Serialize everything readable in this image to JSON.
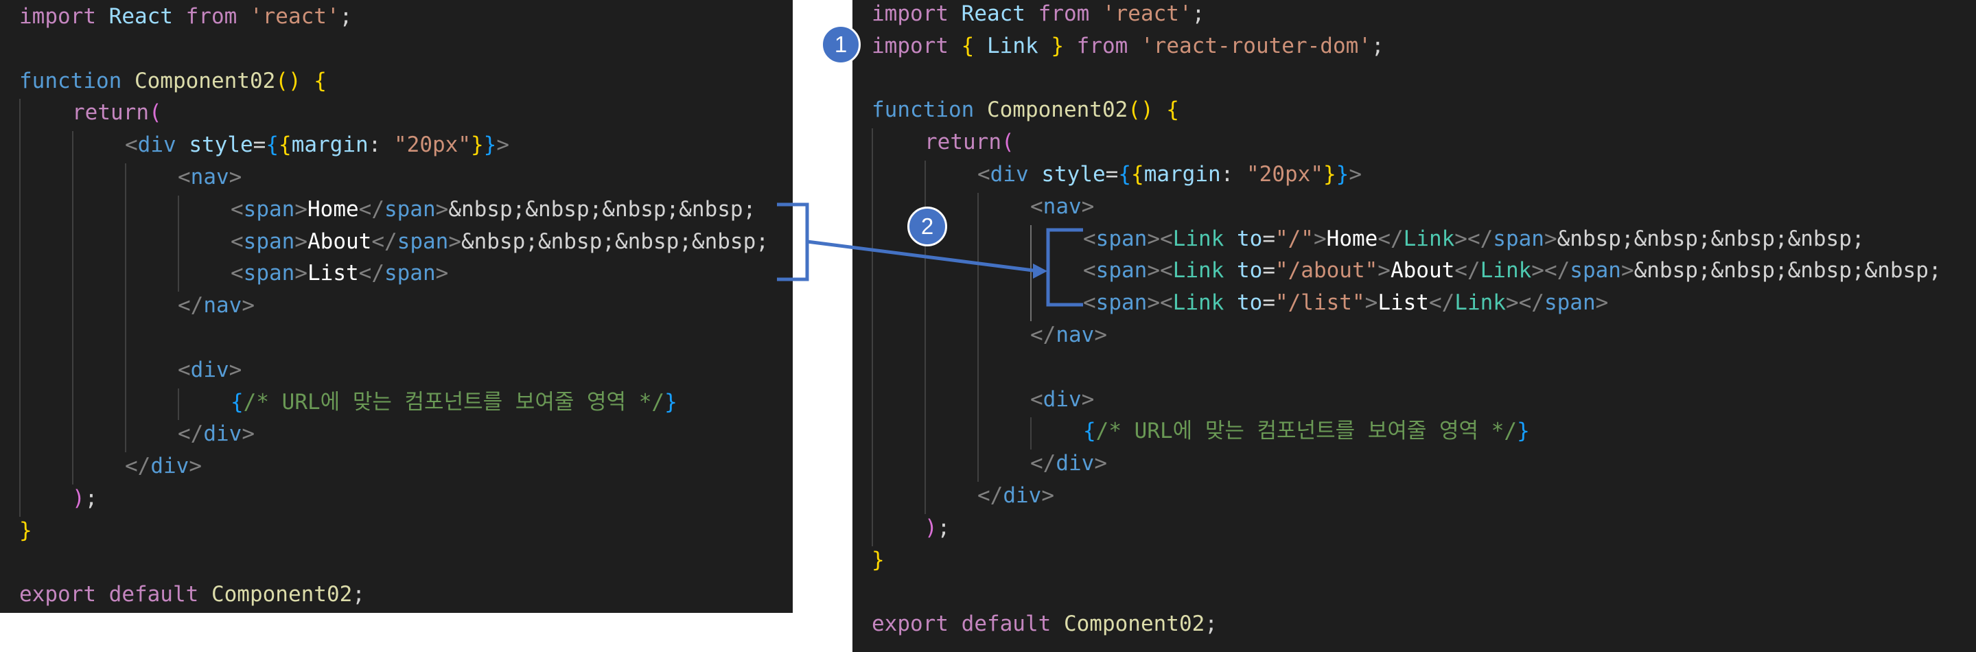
{
  "colors": {
    "editor_bg": "#1e1e1e",
    "annotation": "#4472c4",
    "keyword": "#c586c0",
    "tag": "#569cd6",
    "string": "#ce9178",
    "function": "#dcdcaa",
    "component": "#4ec9b0",
    "comment": "#6a9955",
    "variable": "#9cdcfe",
    "bracket_gold": "#ffd700",
    "bracket_orchid": "#da70d6",
    "bracket_blue": "#179fff"
  },
  "annotations": {
    "badge_1": "1",
    "badge_2": "2"
  },
  "left_code": [
    {
      "indent": 0,
      "tokens": [
        [
          "kw",
          "import"
        ],
        [
          "pl",
          " "
        ],
        [
          "var",
          "React"
        ],
        [
          "pl",
          " "
        ],
        [
          "kw",
          "from"
        ],
        [
          "pl",
          " "
        ],
        [
          "str",
          "'react'"
        ],
        [
          "pl",
          ";"
        ]
      ]
    },
    {
      "indent": 0,
      "tokens": []
    },
    {
      "indent": 0,
      "tokens": [
        [
          "kwb",
          "function"
        ],
        [
          "pl",
          " "
        ],
        [
          "fn",
          "Component02"
        ],
        [
          "p1",
          "()"
        ],
        [
          "pl",
          " "
        ],
        [
          "p1",
          "{"
        ]
      ]
    },
    {
      "indent": 1,
      "tokens": [
        [
          "kw",
          "return"
        ],
        [
          "p2",
          "("
        ]
      ]
    },
    {
      "indent": 2,
      "tokens": [
        [
          "ang",
          "<"
        ],
        [
          "tag",
          "div"
        ],
        [
          "pl",
          " "
        ],
        [
          "attr",
          "style"
        ],
        [
          "pl",
          "="
        ],
        [
          "p3",
          "{"
        ],
        [
          "p1",
          "{"
        ],
        [
          "attr",
          "margin"
        ],
        [
          "pl",
          ": "
        ],
        [
          "str",
          "\"20px\""
        ],
        [
          "p1",
          "}"
        ],
        [
          "p3",
          "}"
        ],
        [
          "ang",
          ">"
        ]
      ]
    },
    {
      "indent": 3,
      "tokens": [
        [
          "ang",
          "<"
        ],
        [
          "tag",
          "nav"
        ],
        [
          "ang",
          ">"
        ]
      ]
    },
    {
      "indent": 4,
      "tokens": [
        [
          "ang",
          "<"
        ],
        [
          "tag",
          "span"
        ],
        [
          "ang",
          ">"
        ],
        [
          "txt",
          "Home"
        ],
        [
          "ang",
          "</"
        ],
        [
          "tag",
          "span"
        ],
        [
          "ang",
          ">"
        ],
        [
          "ent",
          "&nbsp;&nbsp;&nbsp;&nbsp;"
        ]
      ]
    },
    {
      "indent": 4,
      "tokens": [
        [
          "ang",
          "<"
        ],
        [
          "tag",
          "span"
        ],
        [
          "ang",
          ">"
        ],
        [
          "txt",
          "About"
        ],
        [
          "ang",
          "</"
        ],
        [
          "tag",
          "span"
        ],
        [
          "ang",
          ">"
        ],
        [
          "ent",
          "&nbsp;&nbsp;&nbsp;&nbsp;"
        ]
      ]
    },
    {
      "indent": 4,
      "tokens": [
        [
          "ang",
          "<"
        ],
        [
          "tag",
          "span"
        ],
        [
          "ang",
          ">"
        ],
        [
          "txt",
          "List"
        ],
        [
          "ang",
          "</"
        ],
        [
          "tag",
          "span"
        ],
        [
          "ang",
          ">"
        ]
      ]
    },
    {
      "indent": 3,
      "tokens": [
        [
          "ang",
          "</"
        ],
        [
          "tag",
          "nav"
        ],
        [
          "ang",
          ">"
        ]
      ]
    },
    {
      "indent": 0,
      "tokens": []
    },
    {
      "indent": 3,
      "tokens": [
        [
          "ang",
          "<"
        ],
        [
          "tag",
          "div"
        ],
        [
          "ang",
          ">"
        ]
      ]
    },
    {
      "indent": 4,
      "tokens": [
        [
          "p3",
          "{"
        ],
        [
          "cmt",
          "/* URL에 맞는 컴포넌트를 보여줄 영역 */"
        ],
        [
          "p3",
          "}"
        ]
      ]
    },
    {
      "indent": 3,
      "tokens": [
        [
          "ang",
          "</"
        ],
        [
          "tag",
          "div"
        ],
        [
          "ang",
          ">"
        ]
      ]
    },
    {
      "indent": 2,
      "tokens": [
        [
          "ang",
          "</"
        ],
        [
          "tag",
          "div"
        ],
        [
          "ang",
          ">"
        ]
      ]
    },
    {
      "indent": 1,
      "tokens": [
        [
          "p2",
          ")"
        ],
        [
          "pl",
          ";"
        ]
      ]
    },
    {
      "indent": 0,
      "tokens": [
        [
          "p1",
          "}"
        ]
      ]
    },
    {
      "indent": 0,
      "tokens": []
    },
    {
      "indent": 0,
      "tokens": [
        [
          "kw",
          "export"
        ],
        [
          "pl",
          " "
        ],
        [
          "kw",
          "default"
        ],
        [
          "pl",
          " "
        ],
        [
          "fn",
          "Component02"
        ],
        [
          "pl",
          ";"
        ]
      ]
    }
  ],
  "right_code": [
    {
      "indent": 0,
      "tokens": [
        [
          "kw",
          "import"
        ],
        [
          "pl",
          " "
        ],
        [
          "var",
          "React"
        ],
        [
          "pl",
          " "
        ],
        [
          "kw",
          "from"
        ],
        [
          "pl",
          " "
        ],
        [
          "str",
          "'react'"
        ],
        [
          "pl",
          ";"
        ]
      ]
    },
    {
      "indent": 0,
      "tokens": [
        [
          "kw",
          "import"
        ],
        [
          "pl",
          " "
        ],
        [
          "p1",
          "{"
        ],
        [
          "pl",
          " "
        ],
        [
          "var",
          "Link"
        ],
        [
          "pl",
          " "
        ],
        [
          "p1",
          "}"
        ],
        [
          "pl",
          " "
        ],
        [
          "kw",
          "from"
        ],
        [
          "pl",
          " "
        ],
        [
          "str",
          "'react-router-dom'"
        ],
        [
          "pl",
          ";"
        ]
      ]
    },
    {
      "indent": 0,
      "tokens": []
    },
    {
      "indent": 0,
      "tokens": [
        [
          "kwb",
          "function"
        ],
        [
          "pl",
          " "
        ],
        [
          "fn",
          "Component02"
        ],
        [
          "p1",
          "()"
        ],
        [
          "pl",
          " "
        ],
        [
          "p1",
          "{"
        ]
      ]
    },
    {
      "indent": 1,
      "tokens": [
        [
          "kw",
          "return"
        ],
        [
          "p2",
          "("
        ]
      ]
    },
    {
      "indent": 2,
      "tokens": [
        [
          "ang",
          "<"
        ],
        [
          "tag",
          "div"
        ],
        [
          "pl",
          " "
        ],
        [
          "attr",
          "style"
        ],
        [
          "pl",
          "="
        ],
        [
          "p3",
          "{"
        ],
        [
          "p1",
          "{"
        ],
        [
          "attr",
          "margin"
        ],
        [
          "pl",
          ": "
        ],
        [
          "str",
          "\"20px\""
        ],
        [
          "p1",
          "}"
        ],
        [
          "p3",
          "}"
        ],
        [
          "ang",
          ">"
        ]
      ]
    },
    {
      "indent": 3,
      "tokens": [
        [
          "ang",
          "<"
        ],
        [
          "tag",
          "nav"
        ],
        [
          "ang",
          ">"
        ]
      ]
    },
    {
      "indent": 4,
      "tokens": [
        [
          "ang",
          "<"
        ],
        [
          "tag",
          "span"
        ],
        [
          "ang",
          "><"
        ],
        [
          "cmp",
          "Link"
        ],
        [
          "pl",
          " "
        ],
        [
          "attr",
          "to"
        ],
        [
          "pl",
          "="
        ],
        [
          "str",
          "\"/\""
        ],
        [
          "ang",
          ">"
        ],
        [
          "txt",
          "Home"
        ],
        [
          "ang",
          "</"
        ],
        [
          "cmp",
          "Link"
        ],
        [
          "ang",
          "></"
        ],
        [
          "tag",
          "span"
        ],
        [
          "ang",
          ">"
        ],
        [
          "ent",
          "&nbsp;&nbsp;&nbsp;&nbsp;"
        ]
      ]
    },
    {
      "indent": 4,
      "tokens": [
        [
          "ang",
          "<"
        ],
        [
          "tag",
          "span"
        ],
        [
          "ang",
          "><"
        ],
        [
          "cmp",
          "Link"
        ],
        [
          "pl",
          " "
        ],
        [
          "attr",
          "to"
        ],
        [
          "pl",
          "="
        ],
        [
          "str",
          "\"/about\""
        ],
        [
          "ang",
          ">"
        ],
        [
          "txt",
          "About"
        ],
        [
          "ang",
          "</"
        ],
        [
          "cmp",
          "Link"
        ],
        [
          "ang",
          "></"
        ],
        [
          "tag",
          "span"
        ],
        [
          "ang",
          ">"
        ],
        [
          "ent",
          "&nbsp;&nbsp;&nbsp;&nbsp;"
        ]
      ]
    },
    {
      "indent": 4,
      "tokens": [
        [
          "ang",
          "<"
        ],
        [
          "tag",
          "span"
        ],
        [
          "ang",
          "><"
        ],
        [
          "cmp",
          "Link"
        ],
        [
          "pl",
          " "
        ],
        [
          "attr",
          "to"
        ],
        [
          "pl",
          "="
        ],
        [
          "str",
          "\"/list\""
        ],
        [
          "ang",
          ">"
        ],
        [
          "txt",
          "List"
        ],
        [
          "ang",
          "</"
        ],
        [
          "cmp",
          "Link"
        ],
        [
          "ang",
          "></"
        ],
        [
          "tag",
          "span"
        ],
        [
          "ang",
          ">"
        ]
      ]
    },
    {
      "indent": 3,
      "tokens": [
        [
          "ang",
          "</"
        ],
        [
          "tag",
          "nav"
        ],
        [
          "ang",
          ">"
        ]
      ]
    },
    {
      "indent": 0,
      "tokens": []
    },
    {
      "indent": 3,
      "tokens": [
        [
          "ang",
          "<"
        ],
        [
          "tag",
          "div"
        ],
        [
          "ang",
          ">"
        ]
      ]
    },
    {
      "indent": 4,
      "tokens": [
        [
          "p3",
          "{"
        ],
        [
          "cmt",
          "/* URL에 맞는 컴포넌트를 보여줄 영역 */"
        ],
        [
          "p3",
          "}"
        ]
      ]
    },
    {
      "indent": 3,
      "tokens": [
        [
          "ang",
          "</"
        ],
        [
          "tag",
          "div"
        ],
        [
          "ang",
          ">"
        ]
      ]
    },
    {
      "indent": 2,
      "tokens": [
        [
          "ang",
          "</"
        ],
        [
          "tag",
          "div"
        ],
        [
          "ang",
          ">"
        ]
      ]
    },
    {
      "indent": 1,
      "tokens": [
        [
          "p2",
          ")"
        ],
        [
          "pl",
          ";"
        ]
      ]
    },
    {
      "indent": 0,
      "tokens": [
        [
          "p1",
          "}"
        ]
      ]
    },
    {
      "indent": 0,
      "tokens": []
    },
    {
      "indent": 0,
      "tokens": [
        [
          "kw",
          "export"
        ],
        [
          "pl",
          " "
        ],
        [
          "kw",
          "default"
        ],
        [
          "pl",
          " "
        ],
        [
          "fn",
          "Component02"
        ],
        [
          "pl",
          ";"
        ]
      ]
    }
  ]
}
